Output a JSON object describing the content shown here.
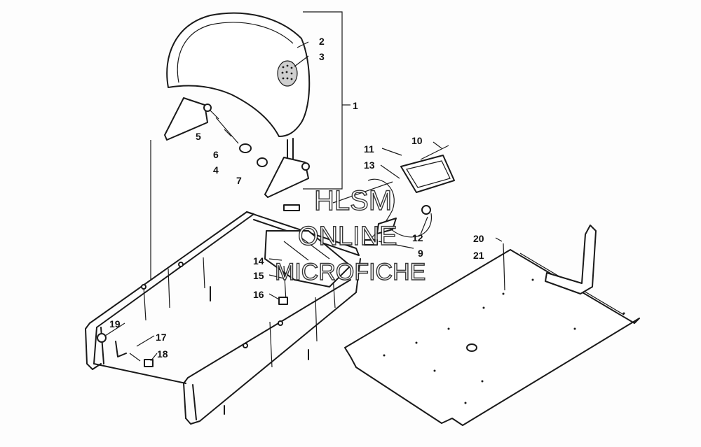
{
  "watermark": {
    "line1": "HLSM",
    "line2": "ONLINE",
    "line3": "MICROFICHE"
  },
  "callouts": {
    "c1": "1",
    "c2": "2",
    "c3": "3",
    "c4": "4",
    "c5": "5",
    "c6": "6",
    "c7": "7",
    "c9": "9",
    "c10": "10",
    "c11": "11",
    "c12": "12",
    "c13": "13",
    "c14": "14",
    "c15": "15",
    "c16": "16",
    "c17": "17",
    "c18": "18",
    "c19": "19",
    "c20": "20",
    "c21": "21"
  }
}
